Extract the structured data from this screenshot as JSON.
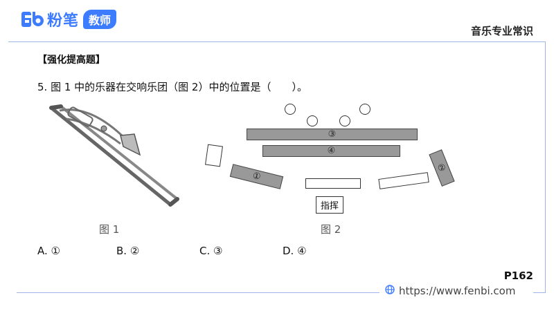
{
  "header": {
    "logo_text": "粉笔",
    "logo_badge": "教师",
    "section_title": "音乐专业常识",
    "brand_color": "#3d7bff"
  },
  "tag": "【强化提高题】",
  "question": "5. 图 1 中的乐器在交响乐团（图 2）中的位置是（　　）。",
  "figure1": {
    "caption": "图 1",
    "icon": "trombone-icon"
  },
  "figure2": {
    "caption": "图 2",
    "labels": {
      "pos1": "①",
      "pos2": "②",
      "pos3": "③",
      "pos4": "④",
      "conductor": "指挥"
    }
  },
  "options": [
    {
      "label": "A. ①"
    },
    {
      "label": "B. ②"
    },
    {
      "label": "C. ③"
    },
    {
      "label": "D. ④"
    }
  ],
  "page_number": "P162",
  "footer_url": "https://www.fenbi.com"
}
